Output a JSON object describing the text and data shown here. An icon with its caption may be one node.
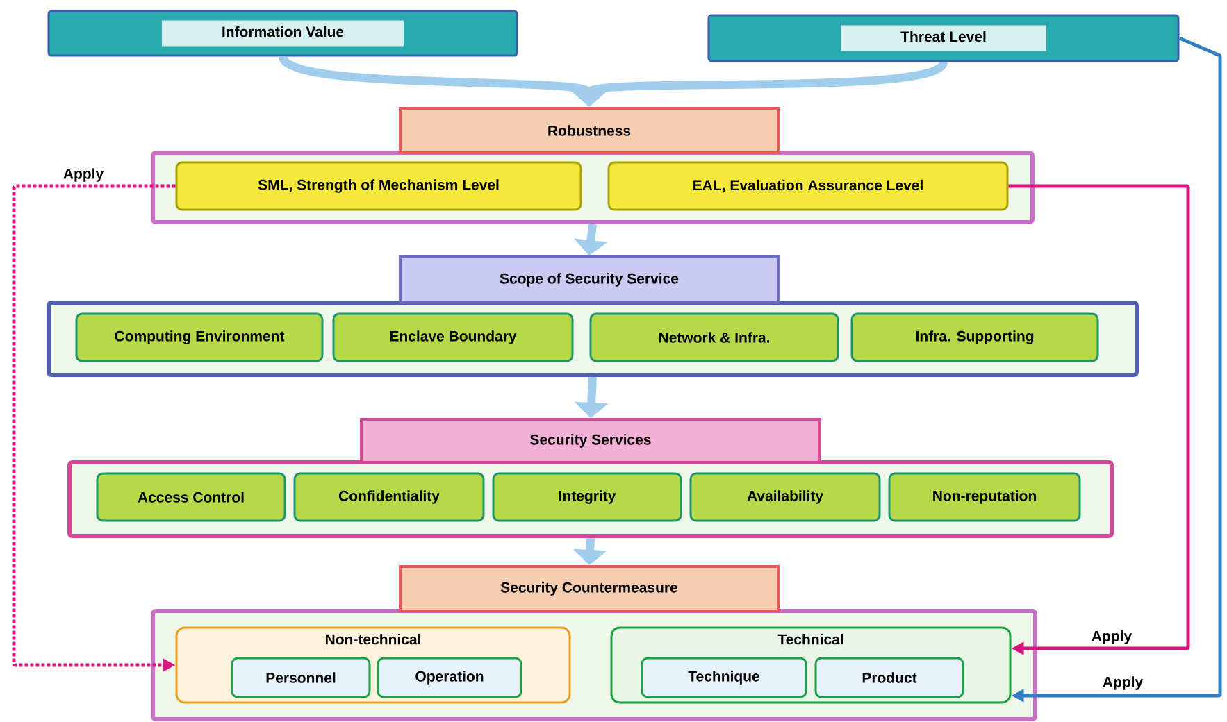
{
  "diagram": {
    "nodes": [
      {
        "text": [
          "Information Value"
        ]
      },
      {
        "text": [
          "Threat Level"
        ]
      },
      {
        "text": [
          "Robustness"
        ]
      },
      {
        "text": [
          "SML, Strength of Mechanism Level"
        ],
        "in": 2
      },
      {
        "text": [
          "EAL, Evaluation Assurance Level"
        ],
        "in": 2
      },
      {
        "text": [
          "Scope of Security Service"
        ]
      },
      {
        "text": [
          "Computing Environment"
        ],
        "in": 5
      },
      {
        "text": [
          "Enclave Boundary"
        ],
        "in": 5
      },
      {
        "text": [
          "Network & Infra."
        ],
        "in": 5
      },
      {
        "text": [
          "Infra. Supporting"
        ],
        "in": 5
      },
      {
        "text": [
          "Security Services"
        ]
      },
      {
        "text": [
          "Access Control"
        ],
        "in": 10
      },
      {
        "text": [
          "Confidentiality"
        ],
        "in": 10
      },
      {
        "text": [
          "Integrity"
        ],
        "in": 10
      },
      {
        "text": [
          "Availability"
        ],
        "in": 10
      },
      {
        "text": [
          "Non-reputation"
        ],
        "in": 10
      },
      {
        "text": [
          "Security Countermeasure"
        ]
      },
      {
        "text": [
          "Non-technical"
        ],
        "in": 16
      },
      {
        "text": [
          "Personnel"
        ],
        "in": 17
      },
      {
        "text": [
          "Operation"
        ],
        "in": 17
      },
      {
        "text": [
          "Technical"
        ],
        "in": 16
      },
      {
        "text": [
          "Technique"
        ],
        "in": 20
      },
      {
        "text": [
          "Product"
        ],
        "in": 20
      }
    ],
    "edges": [
      {
        "from": 0,
        "to": 2,
        "arrow": "to"
      },
      {
        "from": 1,
        "to": 2,
        "arrow": "to"
      },
      {
        "from": 2,
        "to": 5,
        "arrow": "to"
      },
      {
        "from": 5,
        "to": 10,
        "arrow": "to"
      },
      {
        "from": 10,
        "to": 16,
        "arrow": "to"
      },
      {
        "from": 3,
        "to": 17,
        "arrow": "to",
        "label": "Apply",
        "style": "dashed",
        "color": "#d6157f"
      },
      {
        "from": 4,
        "to": 20,
        "arrow": "to",
        "label": "Apply",
        "color": "#d6157f"
      },
      {
        "from": 1,
        "to": 20,
        "arrow": "to",
        "label": "Apply",
        "color": "#2f7fc1"
      }
    ]
  }
}
